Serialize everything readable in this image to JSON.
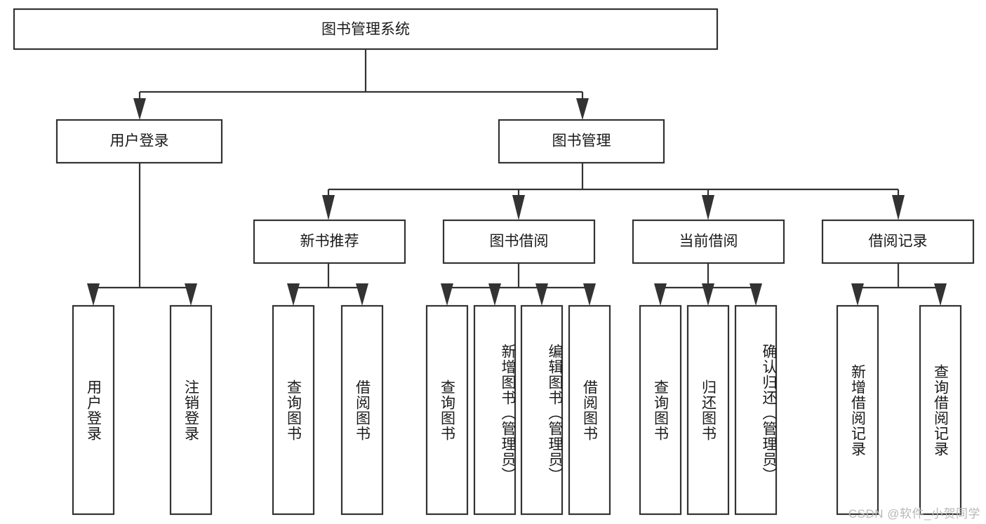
{
  "diagram": {
    "type": "tree-hierarchy",
    "title": "图书管理系统",
    "root": {
      "label": "图书管理系统",
      "orientation": "horizontal"
    },
    "level2": [
      {
        "label": "用户登录",
        "orientation": "horizontal"
      },
      {
        "label": "图书管理",
        "orientation": "horizontal"
      }
    ],
    "level3": [
      {
        "label": "新书推荐",
        "orientation": "horizontal"
      },
      {
        "label": "图书借阅",
        "orientation": "horizontal"
      },
      {
        "label": "当前借阅",
        "orientation": "horizontal"
      },
      {
        "label": "借阅记录",
        "orientation": "horizontal"
      }
    ],
    "leaves_user_login": [
      {
        "label": "用户登录",
        "orientation": "vertical"
      },
      {
        "label": "注销登录",
        "orientation": "vertical"
      }
    ],
    "leaves_new_book": [
      {
        "label": "查询图书",
        "orientation": "vertical"
      },
      {
        "label": "借阅图书",
        "orientation": "vertical"
      }
    ],
    "leaves_book_borrow": [
      {
        "label": "查询图书",
        "orientation": "vertical"
      },
      {
        "label": "新增图书（管理员）",
        "orientation": "vertical"
      },
      {
        "label": "编辑图书（管理员）",
        "orientation": "vertical"
      },
      {
        "label": "借阅图书",
        "orientation": "vertical"
      }
    ],
    "leaves_current_borrow": [
      {
        "label": "查询图书",
        "orientation": "vertical"
      },
      {
        "label": "归还图书",
        "orientation": "vertical"
      },
      {
        "label": "确认归还（管理员）",
        "orientation": "vertical"
      }
    ],
    "leaves_borrow_record": [
      {
        "label": "新增借阅记录",
        "orientation": "vertical"
      },
      {
        "label": "查询借阅记录",
        "orientation": "vertical"
      }
    ]
  },
  "watermark": {
    "text": "CSDN @软件_小贺同学"
  },
  "colors": {
    "box_stroke": "#333333",
    "box_fill": "#ffffff",
    "text": "#1a1a1a",
    "watermark": "#b8b8b8",
    "background": "#ffffff"
  }
}
